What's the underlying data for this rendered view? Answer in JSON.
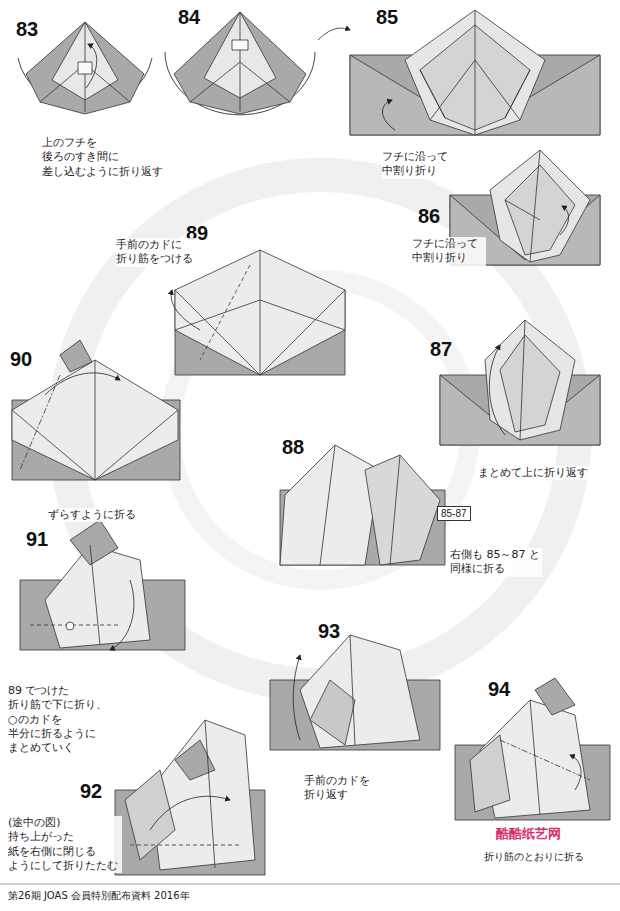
{
  "diagram": {
    "caption": "第26期 JOAS 会員特別配布資料 2016年",
    "nodes": [
      {
        "text": [
          "85-87"
        ]
      }
    ],
    "labels": [
      "83",
      "84",
      "85",
      "上のフチを 後ろのすき間に 差し込むように折り返す",
      "フチに沿って 中割り折り",
      "89",
      "手前のカドに 折り筋をつける",
      "86",
      "フチに沿って 中割り折り",
      "90",
      "87",
      "88",
      "まとめて上に折り返す",
      "ずらすように折る",
      "右側も 85～87 と 同様に折る",
      "91",
      "89 でつけた 折り筋で下に折り、 ○のカドを 半分に折るように まとめていく",
      "93",
      "94",
      "92",
      "(途中の図) 持ち上がった 紙を右側に閉じる ようにして折りたたむ",
      "手前のカドを 折り返す",
      "酷酷纸艺网",
      "折り筋のとおりに折る"
    ]
  }
}
